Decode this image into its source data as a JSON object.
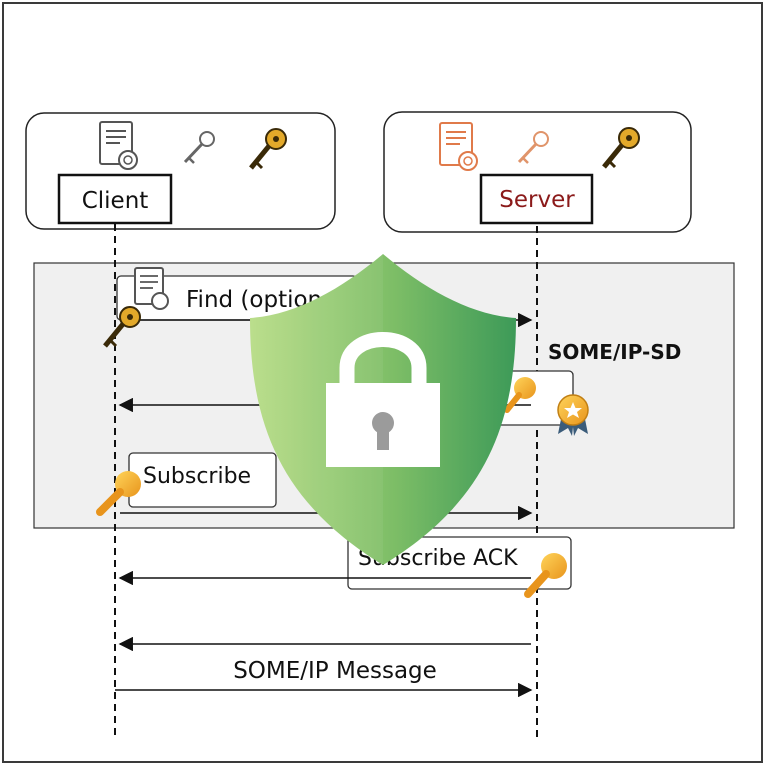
{
  "client": {
    "label": "Client",
    "label_color": "#111111"
  },
  "server": {
    "label": "Server",
    "label_color": "#8b1a1a"
  },
  "sd_region": {
    "label": "SOME/IP-SD",
    "fill": "#f0f0f0"
  },
  "messages": {
    "find": "Find (optional)",
    "subscribe": "Subscribe",
    "subscribe_ack": "Subscribe ACK",
    "someip": "SOME/IP Message"
  },
  "icons": {
    "client": [
      "certificate-icon",
      "public-key-icon",
      "private-key-icon"
    ],
    "server": [
      "certificate-icon",
      "public-key-icon",
      "private-key-icon"
    ],
    "overlay": "shield-lock-icon"
  },
  "colors": {
    "key_gold": "#f5a623",
    "key_dark": "#b8861b",
    "shield_light": "#b7dc85",
    "shield_dark": "#3d9a58",
    "server_icon": "#e07a4a"
  }
}
